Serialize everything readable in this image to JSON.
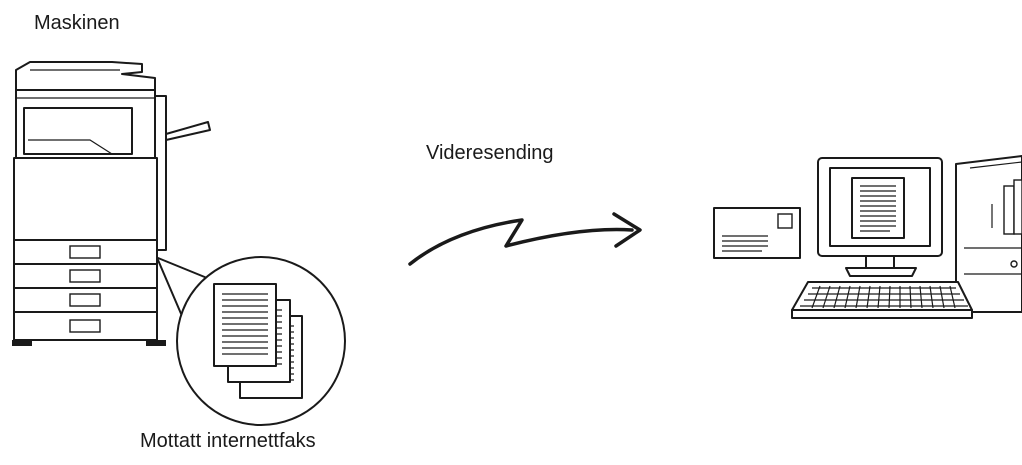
{
  "labels": {
    "machine": "Maskinen",
    "forwarding": "Videresending",
    "received": "Mottatt internettfaks"
  },
  "icons": [
    "printer-icon",
    "fax-documents-icon",
    "arrow-icon",
    "envelope-icon",
    "computer-icon"
  ]
}
